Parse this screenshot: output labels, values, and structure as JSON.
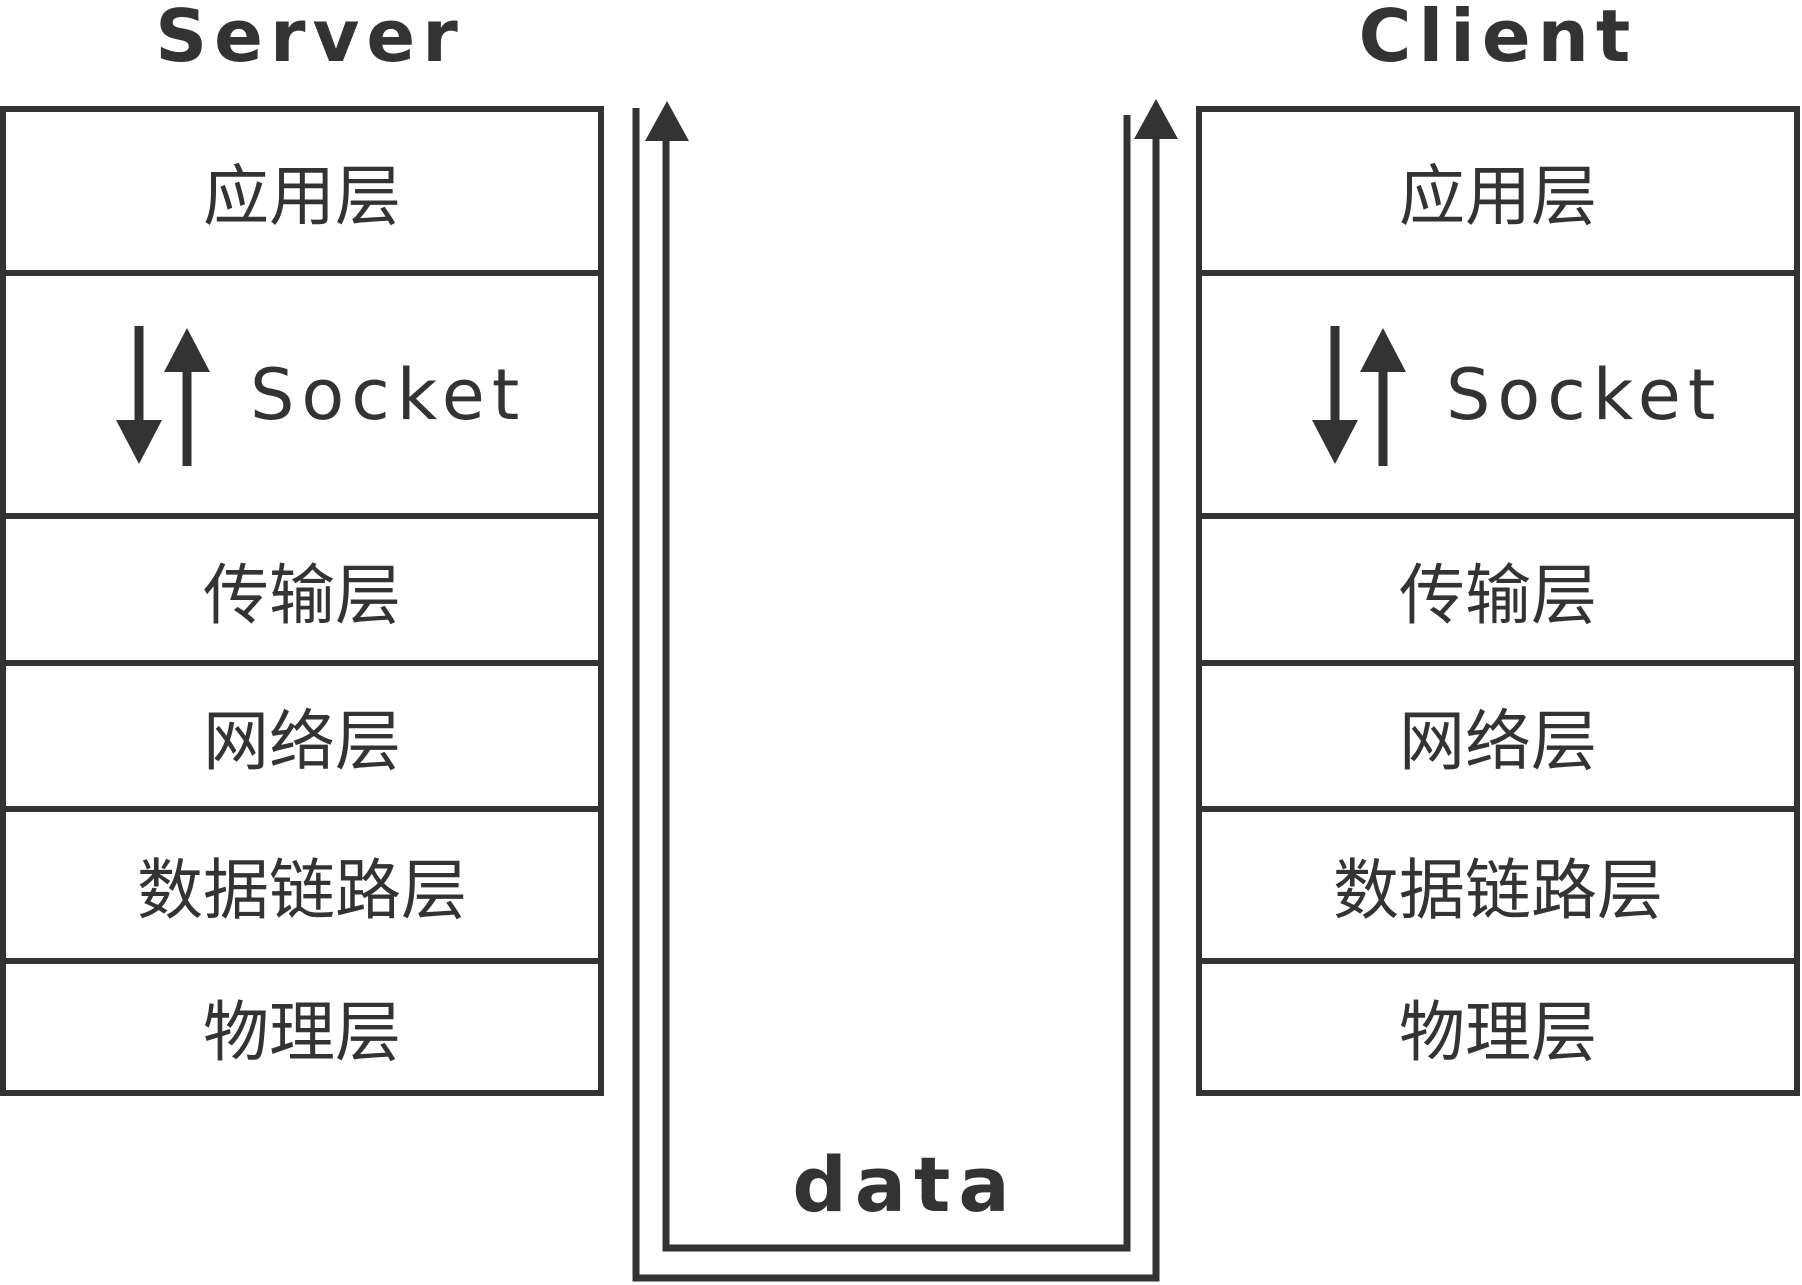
{
  "server": {
    "title": "Server",
    "layers": {
      "application": "应用层",
      "socket": "Socket",
      "transport": "传输层",
      "network": "网络层",
      "datalink": "数据链路层",
      "physical": "物理层"
    }
  },
  "client": {
    "title": "Client",
    "layers": {
      "application": "应用层",
      "socket": "Socket",
      "transport": "传输层",
      "network": "网络层",
      "datalink": "数据链路层",
      "physical": "物理层"
    }
  },
  "flow": {
    "label": "data"
  },
  "colors": {
    "stroke": "#333333",
    "background": "#ffffff"
  }
}
